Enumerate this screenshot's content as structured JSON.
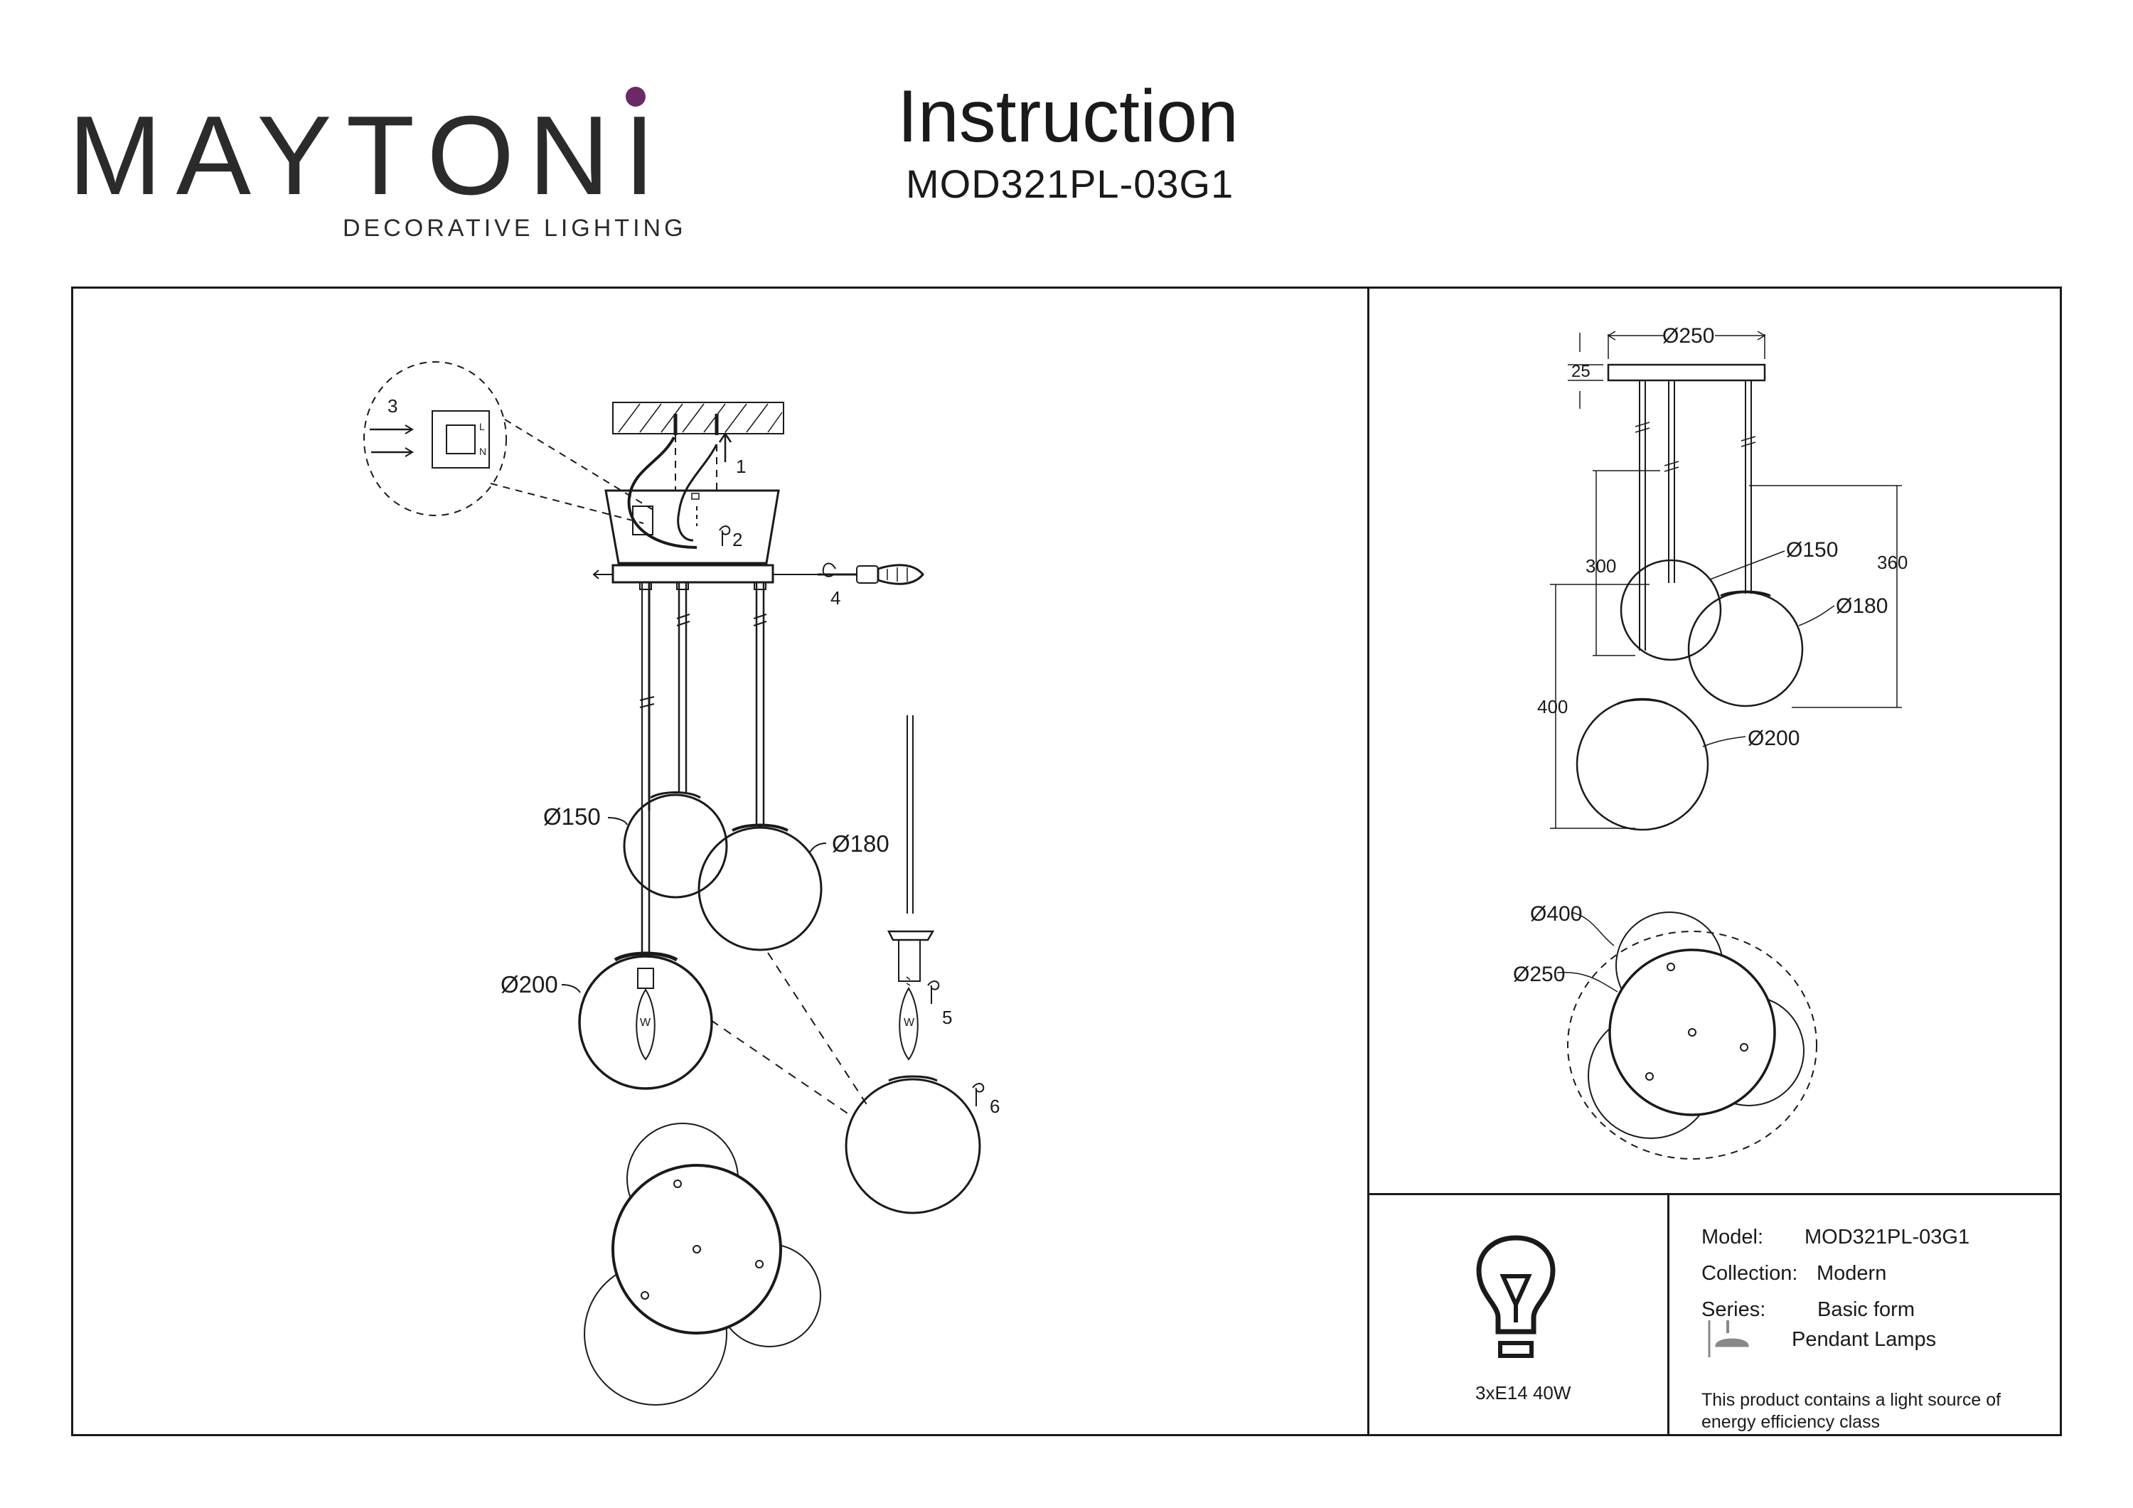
{
  "brand": {
    "name": "MAYTONI",
    "tagline": "DECORATIVE LIGHTING",
    "accent_color": "#6b2a66"
  },
  "header": {
    "title": "Instruction",
    "model": "MOD321PL-03G1"
  },
  "assembly": {
    "steps": [
      "1",
      "2",
      "3",
      "4",
      "5",
      "6"
    ],
    "shade_150": "Ø150",
    "shade_180": "Ø180",
    "shade_200": "Ø200",
    "bulb_mark": "W",
    "terminal_marks": [
      "L",
      "N"
    ]
  },
  "dimensions": {
    "canopy_dia": "Ø250",
    "canopy_height": "25",
    "drop_300": "300",
    "drop_360": "360",
    "drop_400": "400",
    "shade_150": "Ø150",
    "shade_180": "Ø180",
    "shade_200": "Ø200",
    "spread_dia": "Ø400",
    "base_dia": "Ø250"
  },
  "specs": {
    "lamp_icon": "bulb-icon",
    "lamp": "3xE14 40W",
    "model_label": "Model:",
    "model_value": "MOD321PL-03G1",
    "collection_label": "Collection:",
    "collection_value": "Modern",
    "series_label": "Series:",
    "series_value": "Basic form",
    "type_icon": "pendant-lamp-icon",
    "type_value": "Pendant Lamps",
    "energy_note_line1": "This product contains a light source of",
    "energy_note_line2": "energy efficiency class"
  }
}
